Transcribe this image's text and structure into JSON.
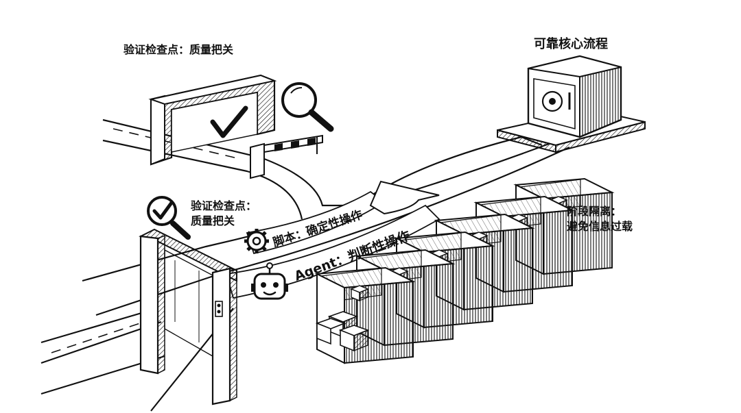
{
  "labels": {
    "checkpoint_top": "验证检查点：质量把关",
    "core_process": "可靠核心流程",
    "checkpoint_left_line1": "验证检查点：",
    "checkpoint_left_line2": "质量把关",
    "stage_isolation_line1": "阶段隔离：",
    "stage_isolation_line2": "避免信息过载",
    "script_lane": "脚本：确定性操作",
    "agent_lane": "Agent：判断性操作"
  },
  "icons": [
    "checkmark-icon",
    "magnifier-icon",
    "check-magnifier-icon",
    "gear-icon",
    "robot-icon",
    "safe-icon",
    "box-icon"
  ],
  "colors": {
    "ink": "#111111",
    "paper": "#ffffff",
    "shade": "#d9d9d9"
  }
}
